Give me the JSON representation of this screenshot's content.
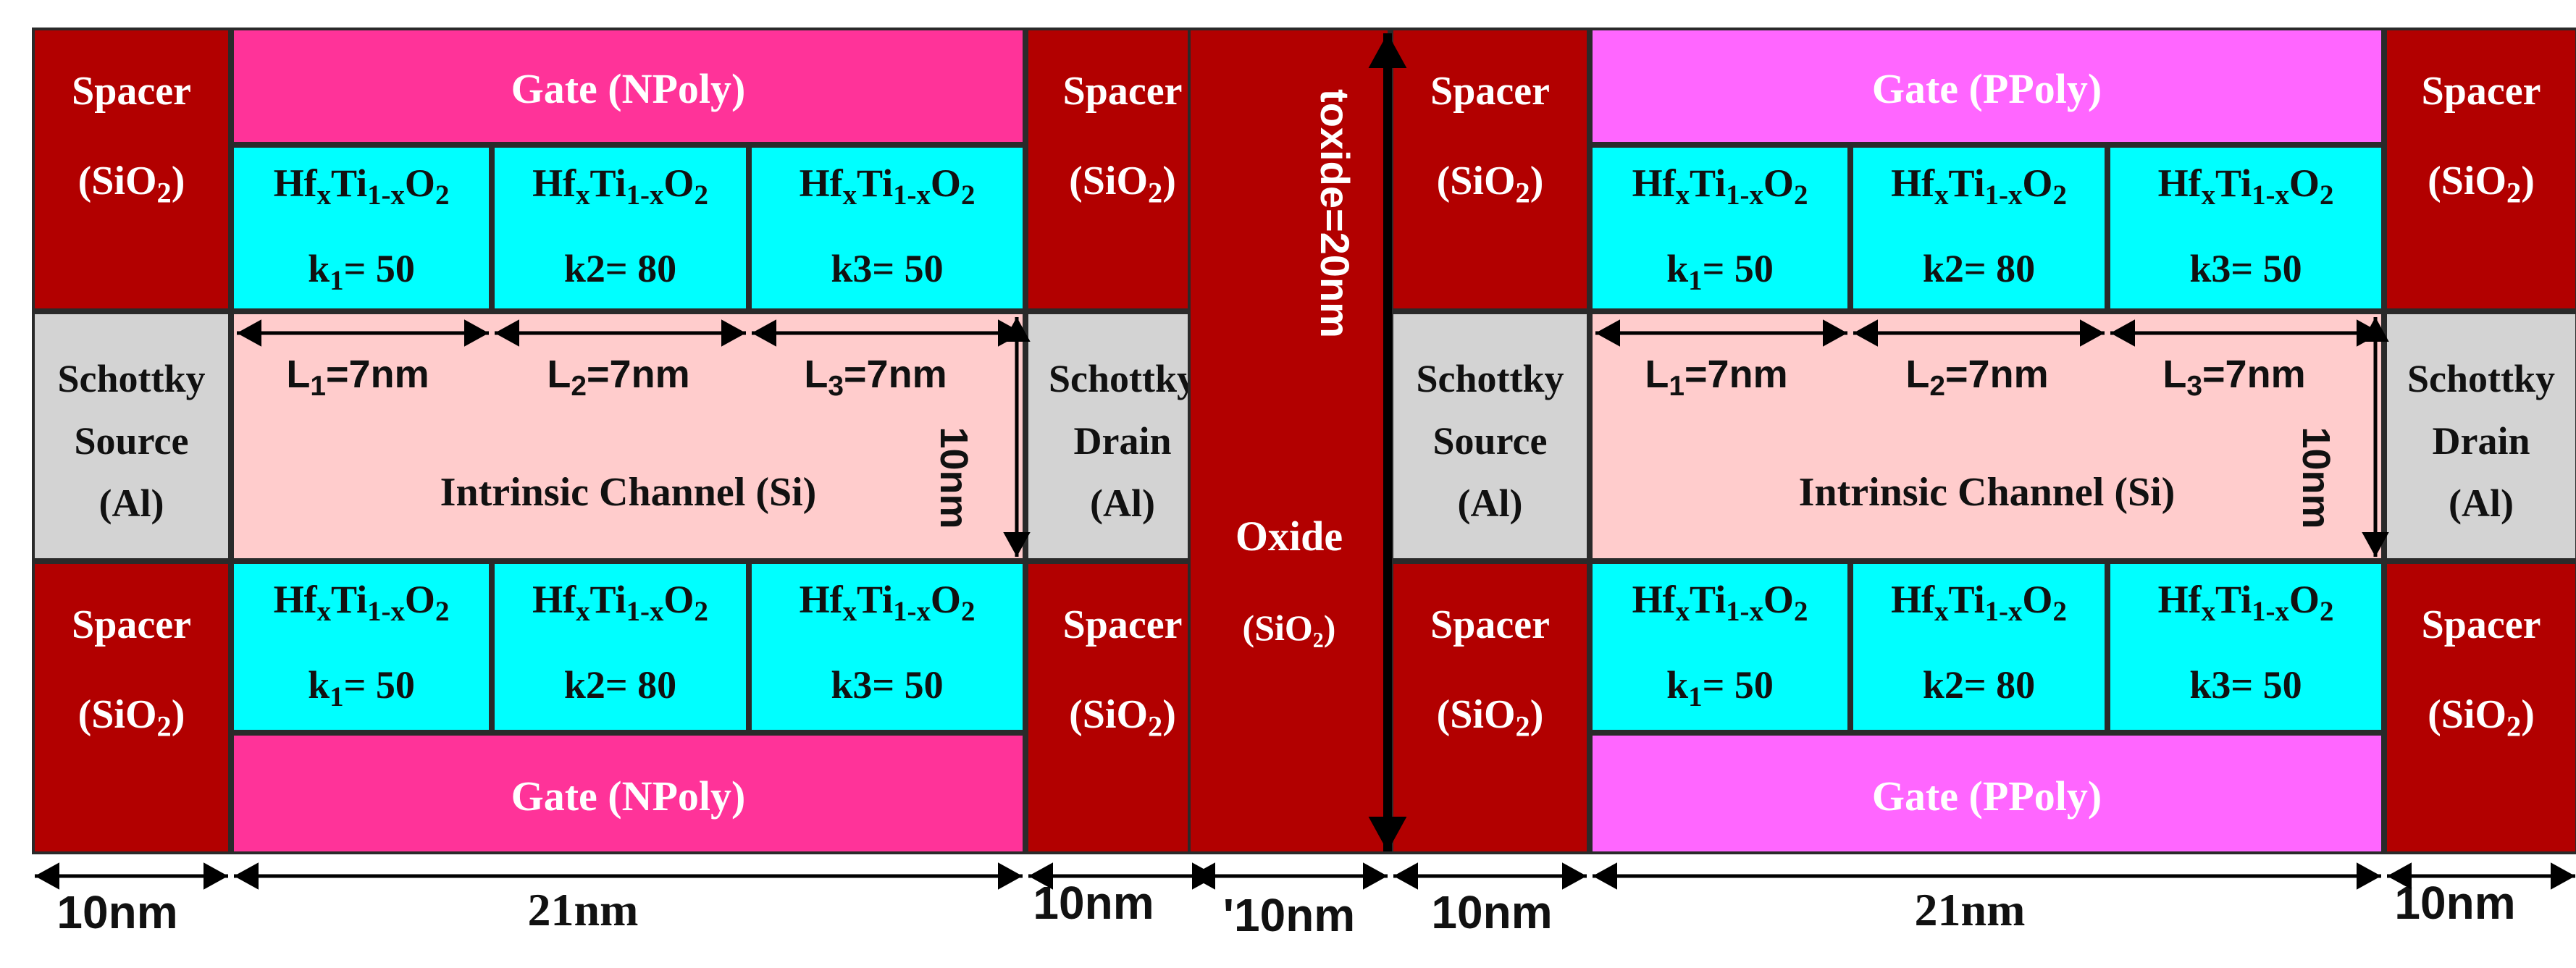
{
  "colors": {
    "spacer": "#b20000",
    "gate_n": "#ff3399",
    "gate_p": "#ff66ff",
    "dielectric": "#00ffff",
    "channel": "#ffcccc",
    "contact": "#d3d3d3",
    "oxide": "#b20000"
  },
  "spacer": {
    "label": "Spacer",
    "material_prefix": "(SiO",
    "material_sub": "2",
    "material_suffix": ")"
  },
  "dielectric": {
    "hf": "Hf",
    "x": "x",
    "ti": "Ti",
    "one_minus_x": "1-x",
    "o": "O",
    "two": "2",
    "k_left_prefix": "k",
    "k_left_sub": "1",
    "k_left_value": "= 50",
    "k_mid": "k2= 80",
    "k_right": "k3= 50"
  },
  "channel": {
    "label": "Intrinsic Channel (Si)",
    "l1_prefix": "L",
    "l1_sub": "1",
    "l1_value": "=7nm",
    "l2_prefix": "L",
    "l2_sub": "2",
    "l2_value": "=7nm",
    "l3_prefix": "L",
    "l3_sub": "3",
    "l3_value": "=7nm",
    "thickness": "10nm"
  },
  "source": {
    "line1": "Schottky",
    "line2": "Source",
    "line3": "(Al)"
  },
  "drain": {
    "line1": "Schottky",
    "line2": "Drain",
    "line3": "(Al)"
  },
  "left_device": {
    "gate_top": "Gate (NPoly)",
    "gate_bottom": "Gate (NPoly)"
  },
  "right_device": {
    "gate_top": "Gate (PPoly)",
    "gate_bottom": "Gate (PPoly)"
  },
  "oxide": {
    "label": "Oxide",
    "material": "(SiO₂)",
    "thickness": "toxide=20nm"
  },
  "dimensions": {
    "left_spacer": "10nm",
    "left_channel": "21nm",
    "left_drain_spacer": "10nm",
    "oxide": "'10nm",
    "right_spacer": "10nm",
    "right_channel": "21nm",
    "right_drain_spacer": "10nm"
  }
}
